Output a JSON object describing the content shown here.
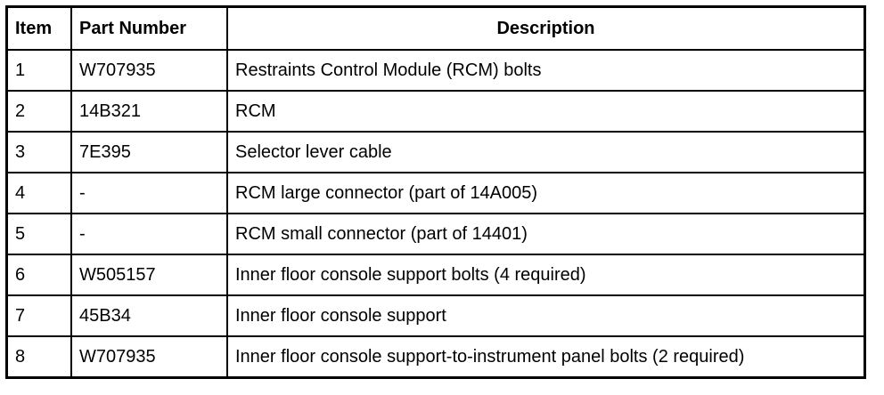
{
  "table": {
    "headers": {
      "item": "Item",
      "part_number": "Part Number",
      "description": "Description"
    },
    "rows": [
      {
        "item": "1",
        "part_number": "W707935",
        "description": "Restraints Control Module (RCM) bolts"
      },
      {
        "item": "2",
        "part_number": "14B321",
        "description": "RCM"
      },
      {
        "item": "3",
        "part_number": "7E395",
        "description": "Selector lever cable"
      },
      {
        "item": "4",
        "part_number": "-",
        "description": "RCM large connector (part of 14A005)"
      },
      {
        "item": "5",
        "part_number": "-",
        "description": "RCM small connector (part of 14401)"
      },
      {
        "item": "6",
        "part_number": "W505157",
        "description": "Inner floor console support bolts (4 required)"
      },
      {
        "item": "7",
        "part_number": "45B34",
        "description": "Inner floor console support"
      },
      {
        "item": "8",
        "part_number": "W707935",
        "description": "Inner floor console support-to-instrument panel bolts (2 required)"
      }
    ]
  }
}
